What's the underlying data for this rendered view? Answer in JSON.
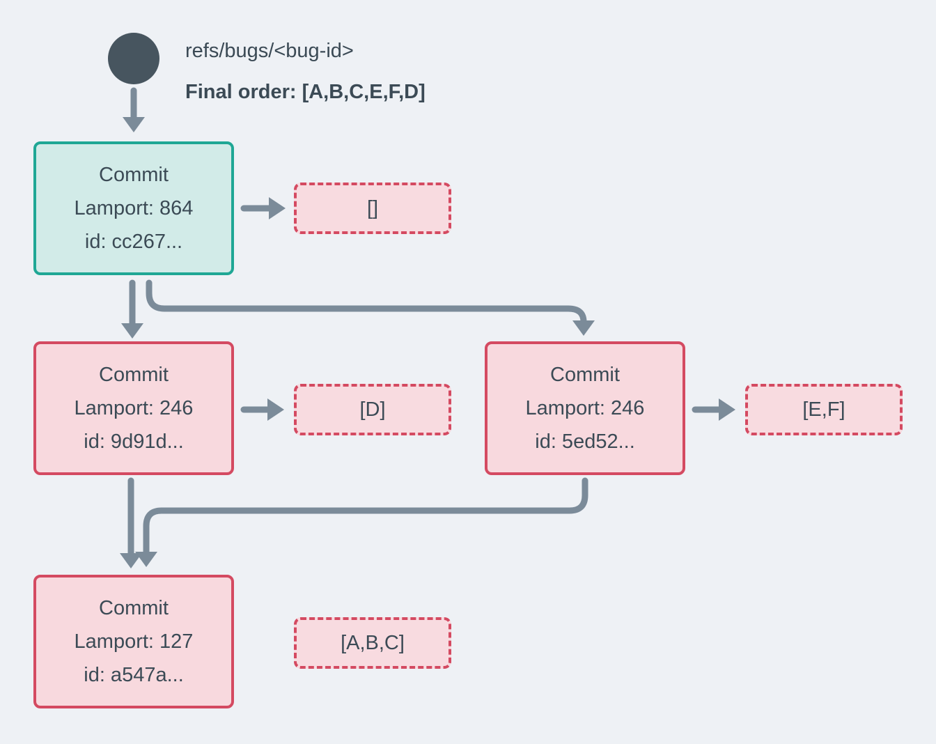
{
  "header": {
    "ref": "refs/bugs/<bug-id>",
    "final_order": "Final order: [A,B,C,E,F,D]"
  },
  "commits": [
    {
      "title": "Commit",
      "lamport": "Lamport: 864",
      "id": "id: cc267...",
      "ops": "[]"
    },
    {
      "title": "Commit",
      "lamport": "Lamport: 246",
      "id": "id: 9d91d...",
      "ops": "[D]"
    },
    {
      "title": "Commit",
      "lamport": "Lamport: 246",
      "id": "id: 5ed52...",
      "ops": "[E,F]"
    },
    {
      "title": "Commit",
      "lamport": "Lamport: 127",
      "id": "id: a547a...",
      "ops": "[A,B,C]"
    }
  ],
  "colors": {
    "background": "#eef1f5",
    "ref_node": "#47555f",
    "arrow": "#7b8b99",
    "teal_border": "#1fa795",
    "teal_fill": "#d2ebe8",
    "red_border": "#d44a61",
    "pink_fill": "#f8d9de",
    "text": "#3b4a55"
  }
}
